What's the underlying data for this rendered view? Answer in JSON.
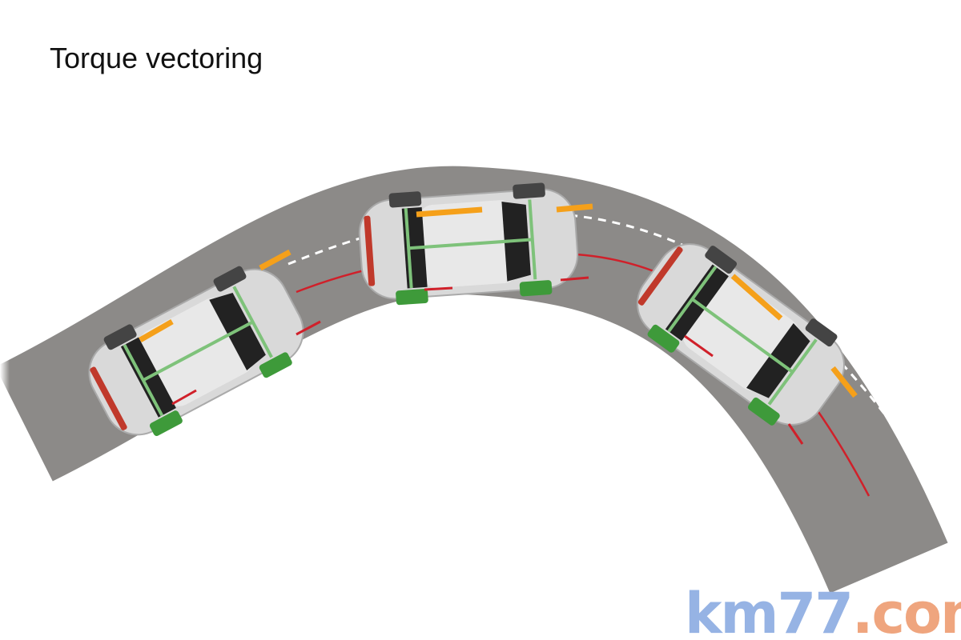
{
  "title": "Torque vectoring",
  "watermark": {
    "part1": "km77",
    "part2": ".com"
  },
  "colors": {
    "road": "#8c8a88",
    "car": "#d8d8d8",
    "drive_arrow": "#f5a01a",
    "brake_arrow": "#d0202a",
    "wheel_highlight": "#3e9a3a",
    "wm_blue": "#96b3e4",
    "wm_orange": "#efa57e"
  },
  "cars": [
    {
      "name": "car-entering-curve"
    },
    {
      "name": "car-at-apex"
    },
    {
      "name": "car-exiting-curve"
    }
  ]
}
